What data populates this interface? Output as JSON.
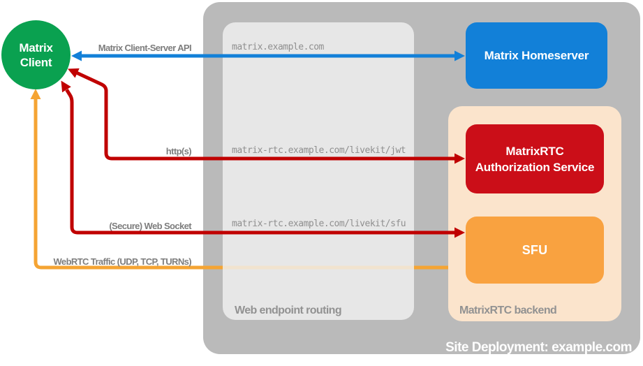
{
  "diagram": {
    "title": "Site Deployment: example.com"
  },
  "client": {
    "line1": "Matrix",
    "line2": "Client",
    "color": "#0aa150"
  },
  "homeserver": {
    "label": "Matrix Homeserver",
    "color": "#1280d8"
  },
  "routing_panel": {
    "label": "Web endpoint routing",
    "background": "#ececec",
    "routes": {
      "homeserver": "matrix.example.com",
      "jwt": "matrix-rtc.example.com/livekit/jwt",
      "sfu": "matrix-rtc.example.com/livekit/sfu"
    }
  },
  "backend_panel": {
    "label": "MatrixRTC backend",
    "background": "#fbe4cc",
    "nodes": {
      "auth": {
        "label": "MatrixRTC Authorization Service",
        "color": "#cb0e18"
      },
      "sfu": {
        "label": "SFU",
        "color": "#f9a240"
      }
    }
  },
  "connections": {
    "client_server_api": {
      "label": "Matrix Client-Server API",
      "color": "#1280d8",
      "from": "Matrix Client",
      "to": "Matrix Homeserver",
      "bidirectional": true
    },
    "https": {
      "label": "http(s)",
      "color": "#c00000",
      "from": "Matrix Client",
      "to": "MatrixRTC Authorization Service"
    },
    "websocket": {
      "label": "(Secure) Web Socket",
      "color": "#c00000",
      "from": "Matrix Client",
      "to": "SFU"
    },
    "webrtc": {
      "label": "WebRTC Traffic (UDP, TCP, TURNs)",
      "color": "#f5a433",
      "from": "Matrix Client",
      "to": "SFU"
    }
  },
  "colors": {
    "outer_container": "#bababa",
    "label_gray": "#7d7d7d",
    "url_gray": "#8f8f8f",
    "panel_label_gray": "#929292"
  }
}
